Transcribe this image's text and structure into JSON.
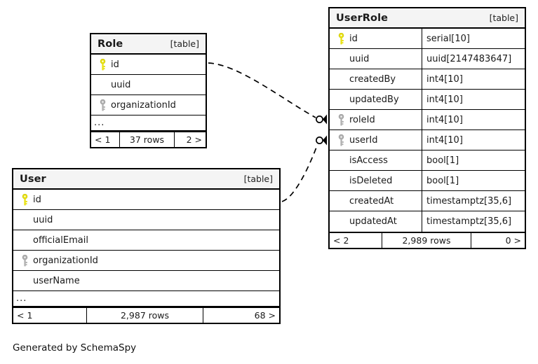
{
  "diagram": {
    "caption": "Generated by SchemaSpy",
    "type_label": "[table]",
    "ellipsis": "...",
    "colors": {
      "primary_key": "#e8e111",
      "foreign_key": "#b0b0b0",
      "border": "#000000",
      "header_bg": "#f4f4f4",
      "background": "#ffffff"
    }
  },
  "tables": {
    "role": {
      "name": "Role",
      "type_label": "[table]",
      "has_ellipsis": true,
      "columns": [
        {
          "name": "id",
          "key": "primary",
          "type": ""
        },
        {
          "name": "uuid",
          "key": "none",
          "type": ""
        },
        {
          "name": "organizationId",
          "key": "foreign",
          "type": ""
        }
      ],
      "footer": {
        "prev": "< 1",
        "rows": "37 rows",
        "next": "2 >"
      }
    },
    "user": {
      "name": "User",
      "type_label": "[table]",
      "has_ellipsis": true,
      "columns": [
        {
          "name": "id",
          "key": "primary",
          "type": ""
        },
        {
          "name": "uuid",
          "key": "none",
          "type": ""
        },
        {
          "name": "officialEmail",
          "key": "none",
          "type": ""
        },
        {
          "name": "organizationId",
          "key": "foreign",
          "type": ""
        },
        {
          "name": "userName",
          "key": "none",
          "type": ""
        }
      ],
      "footer": {
        "prev": "< 1",
        "rows": "2,987 rows",
        "next": "68 >"
      }
    },
    "userrole": {
      "name": "UserRole",
      "type_label": "[table]",
      "has_ellipsis": false,
      "columns": [
        {
          "name": "id",
          "key": "primary",
          "type": "serial[10]"
        },
        {
          "name": "uuid",
          "key": "none",
          "type": "uuid[2147483647]"
        },
        {
          "name": "createdBy",
          "key": "none",
          "type": "int4[10]"
        },
        {
          "name": "updatedBy",
          "key": "none",
          "type": "int4[10]"
        },
        {
          "name": "roleId",
          "key": "foreign",
          "type": "int4[10]"
        },
        {
          "name": "userId",
          "key": "foreign",
          "type": "int4[10]"
        },
        {
          "name": "isAccess",
          "key": "none",
          "type": "bool[1]"
        },
        {
          "name": "isDeleted",
          "key": "none",
          "type": "bool[1]"
        },
        {
          "name": "createdAt",
          "key": "none",
          "type": "timestamptz[35,6]"
        },
        {
          "name": "updatedAt",
          "key": "none",
          "type": "timestamptz[35,6]"
        }
      ],
      "footer": {
        "prev": "< 2",
        "rows": "2,989 rows",
        "next": "0 >"
      }
    }
  },
  "relationships": [
    {
      "from_table": "Role",
      "from_column": "id",
      "to_table": "UserRole",
      "to_column": "roleId",
      "style": "dashed",
      "cardinality": "zero-or-more"
    },
    {
      "from_table": "User",
      "from_column": "id",
      "to_table": "UserRole",
      "to_column": "userId",
      "style": "dashed",
      "cardinality": "zero-or-more"
    }
  ]
}
